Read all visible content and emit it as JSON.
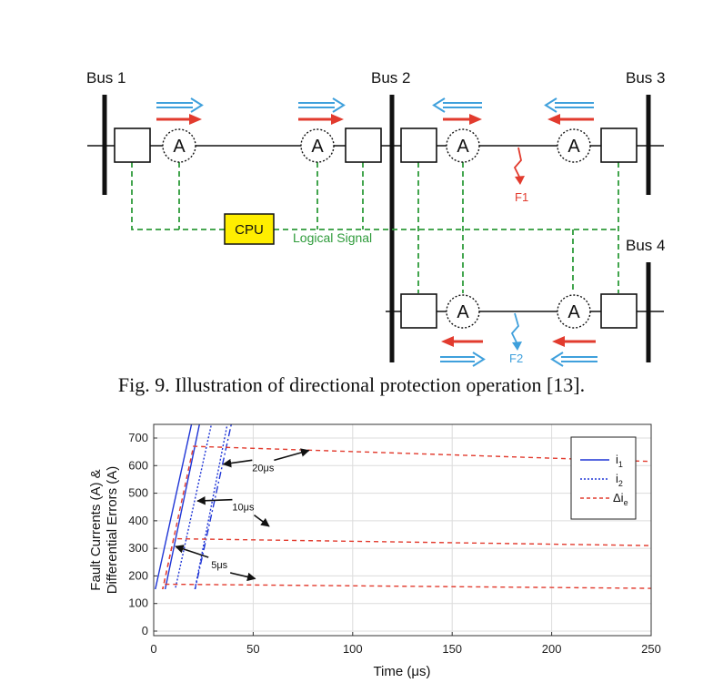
{
  "diagram": {
    "buses": [
      "Bus 1",
      "Bus 2",
      "Bus 3",
      "Bus 4"
    ],
    "relay_label": "A",
    "cpu_label": "CPU",
    "signal_label": "Logical Signal",
    "faults": [
      "F1",
      "F2"
    ],
    "colors": {
      "line": "#111111",
      "signal": "#2e9b3a",
      "red_arrow": "#e23b2e",
      "blue_arrow": "#3fa0dc",
      "cpu_fill": "#ffee00"
    }
  },
  "caption": "Fig. 9. Illustration of directional protection operation [13].",
  "chart_data": {
    "type": "line",
    "xlabel": "Time (μs)",
    "ylabel_line1": "Fault Currents (A) &",
    "ylabel_line2": "Differential Errors (A)",
    "xlim": [
      0,
      250
    ],
    "ylim": [
      0,
      750
    ],
    "xticks": [
      0,
      50,
      100,
      150,
      200,
      250
    ],
    "yticks": [
      0,
      100,
      200,
      300,
      400,
      500,
      600,
      700
    ],
    "grid": true,
    "legend": {
      "position": "top-right",
      "entries": [
        {
          "base": "i",
          "sub": "1",
          "style": "solid",
          "color": "#1f35d6"
        },
        {
          "base": "i",
          "sub": "2",
          "style": "dotted",
          "color": "#1f35d6"
        },
        {
          "base": "Δi",
          "sub": "e",
          "style": "dashed",
          "color": "#e23b2e"
        }
      ]
    },
    "annotations": [
      "20μs",
      "10μs",
      "5μs"
    ],
    "series": [
      {
        "name": "i1",
        "color": "#1f35d6",
        "dash": "",
        "points": [
          [
            0,
            125
          ],
          [
            19,
            750
          ]
        ]
      },
      {
        "name": "i1",
        "color": "#1f35d6",
        "dash": "",
        "points": [
          [
            0,
            125
          ],
          [
            5,
            125
          ],
          [
            23,
            750
          ]
        ]
      },
      {
        "name": "i2",
        "color": "#1f35d6",
        "dash": "2,2",
        "points": [
          [
            0,
            125
          ],
          [
            10,
            125
          ],
          [
            29,
            750
          ]
        ]
      },
      {
        "name": "i2",
        "color": "#1f35d6",
        "dash": "2,2",
        "points": [
          [
            0,
            125
          ],
          [
            20,
            125
          ],
          [
            37,
            750
          ]
        ]
      },
      {
        "name": "i2",
        "color": "#1f35d6",
        "dash": "8,3,2,3",
        "points": [
          [
            0,
            125
          ],
          [
            20,
            125
          ],
          [
            39,
            750
          ]
        ]
      },
      {
        "name": "Δie",
        "color": "#e23b2e",
        "dash": "5,4",
        "points": [
          [
            0,
            0
          ],
          [
            5,
            170
          ],
          [
            250,
            155
          ]
        ]
      },
      {
        "name": "Δie",
        "color": "#e23b2e",
        "dash": "5,4",
        "points": [
          [
            0,
            0
          ],
          [
            10,
            335
          ],
          [
            250,
            310
          ]
        ]
      },
      {
        "name": "Δie",
        "color": "#e23b2e",
        "dash": "5,4",
        "points": [
          [
            0,
            0
          ],
          [
            20,
            670
          ],
          [
            250,
            615
          ]
        ]
      }
    ],
    "annotation_points": [
      {
        "text": "20μs",
        "tx": 55,
        "ty": 580,
        "arrows": [
          [
            35,
            605
          ],
          [
            78,
            655
          ]
        ]
      },
      {
        "text": "10μs",
        "tx": 45,
        "ty": 437,
        "arrows": [
          [
            22,
            472
          ],
          [
            58,
            380
          ]
        ]
      },
      {
        "text": "5μs",
        "tx": 33,
        "ty": 228,
        "arrows": [
          [
            11,
            307
          ],
          [
            51,
            190
          ]
        ]
      }
    ]
  }
}
